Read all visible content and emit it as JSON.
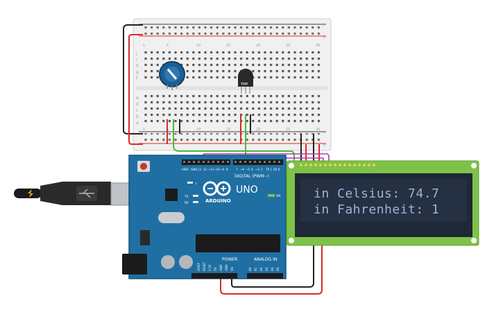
{
  "lcd": {
    "line1": "in Celsius: 74.7",
    "line2": "in Fahrenheit: 1"
  },
  "sensor": {
    "label": "TMP"
  },
  "arduino": {
    "brand": "ARDUINO",
    "model": "UNO",
    "on_label": "ON",
    "tx_label": "TX",
    "rx_label": "RX",
    "l_label": "L",
    "digital_label": "DIGITAL (PWM~)",
    "analog_label": "ANALOG IN",
    "power_label": "POWER",
    "aref_label": "AREF",
    "gnd_label": "GND",
    "digital_pins": [
      "13",
      "12",
      "~11",
      "~10",
      "~9",
      "8",
      "7",
      "~6",
      "~5",
      "4",
      "~3",
      "2",
      "TX 1",
      "RX 0"
    ],
    "analog_pins": [
      "A0",
      "A1",
      "A2",
      "A3",
      "A4",
      "A5"
    ],
    "power_pins": [
      "IOREF",
      "RESET",
      "3.3V",
      "5V",
      "GND",
      "GND",
      "Vin"
    ]
  },
  "breadboard": {
    "column_numbers": [
      "1",
      "5",
      "10",
      "15",
      "20",
      "25",
      "30"
    ],
    "rows_top": [
      "j",
      "i",
      "h",
      "g",
      "f"
    ],
    "rows_bottom": [
      "e",
      "d",
      "c",
      "b",
      "a"
    ],
    "rail_minus": "-",
    "rail_plus": "+"
  },
  "colors": {
    "pcb": "#1f6fa3",
    "lcd_board": "#7ec24a",
    "lcd_screen": "#253042",
    "lcd_text": "#9fb3d6",
    "breadboard": "#f0f0f0",
    "wire_red": "#d62a2a",
    "wire_black": "#222222",
    "wire_green": "#4dbb3b",
    "wire_purple": "#b23aa8"
  }
}
